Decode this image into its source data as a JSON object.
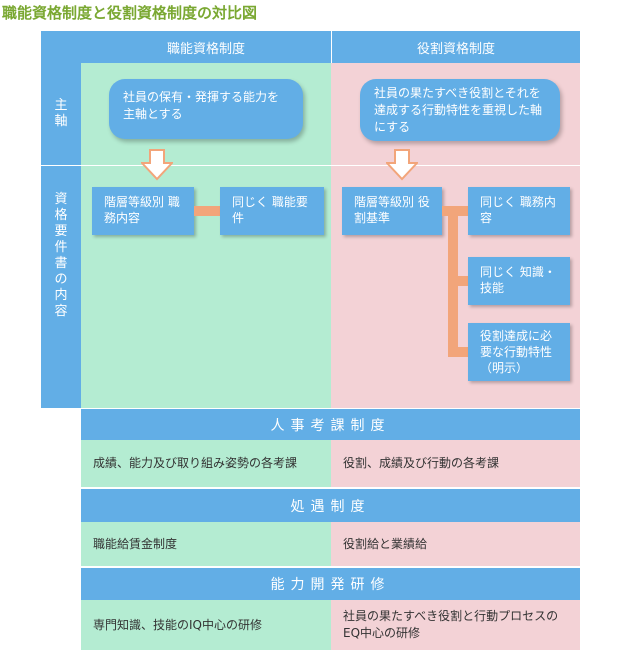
{
  "title": "職能資格制度と役割資格制度の対比図",
  "columns": {
    "left": "職能資格制度",
    "right": "役割資格制度"
  },
  "rows": {
    "axis": "主軸",
    "contents": "資格要件書の内容"
  },
  "axis": {
    "left": "社員の保有・発揮する能力を主軸とする",
    "right": "社員の果たすべき役割とそれを達成する行動特性を重視した軸にする"
  },
  "left_boxes": [
    "階層等級別 職務内容",
    "同じく 職能要件"
  ],
  "right_boxes": [
    "階層等級別 役割基準",
    "同じく 職務内容",
    "同じく 知識・技能",
    "役割達成に必要な行動特性 （明示）"
  ],
  "sections": [
    {
      "title": "人事考課制度",
      "left": "成績、能力及び取り組み姿勢の各考課",
      "right": "役割、成績及び行動の各考課"
    },
    {
      "title": "処遇制度",
      "left": "職能給賃金制度",
      "right": "役割給と業績給"
    },
    {
      "title": "能力開発研修",
      "left": "専門知識、技能のIQ中心の研修",
      "right": "社員の果たすべき役割と行動プロセスのEQ中心の研修"
    }
  ],
  "colors": {
    "header_blue": "#62aee6",
    "left_bg": "#b4ecd2",
    "right_bg": "#f3d2d6",
    "connector": "#f2a57a",
    "title_green": "#7aa832"
  }
}
